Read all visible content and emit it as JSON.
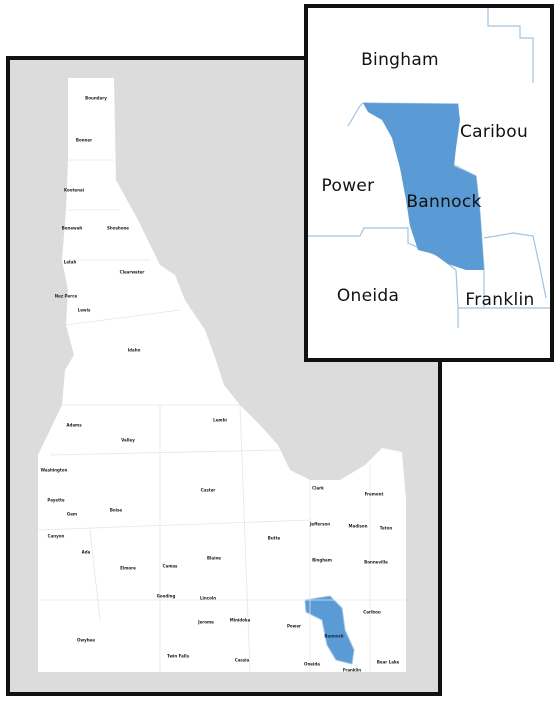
{
  "colors": {
    "land": "#ffffff",
    "background": "#dcdcdc",
    "highlight": "#5b9bd5",
    "border_line": "#9fc3e3",
    "frame": "#111111"
  },
  "highlighted_county": "Bannock",
  "inset_counties": [
    "Bingham",
    "Caribou",
    "Power",
    "Bannock",
    "Oneida",
    "Franklin"
  ],
  "state_map_labels": [
    "Boundary",
    "Bonner",
    "Kootenai",
    "Shoshone",
    "Benewah",
    "Latah",
    "Clearwater",
    "Nez Perce",
    "Lewis",
    "Idaho",
    "Valley",
    "Lemhi",
    "Adams",
    "Washington",
    "Payette",
    "Gem",
    "Boise",
    "Custer",
    "Clark",
    "Fremont",
    "Canyon",
    "Ada",
    "Butte",
    "Jefferson",
    "Madison",
    "Teton",
    "Elmore",
    "Camas",
    "Blaine",
    "Bingham",
    "Bonneville",
    "Owyhee",
    "Gooding",
    "Lincoln",
    "Minidoka",
    "Power",
    "Caribou",
    "Twin Falls",
    "Jerome",
    "Cassia",
    "Bannock",
    "Oneida",
    "Franklin",
    "Bear Lake"
  ]
}
